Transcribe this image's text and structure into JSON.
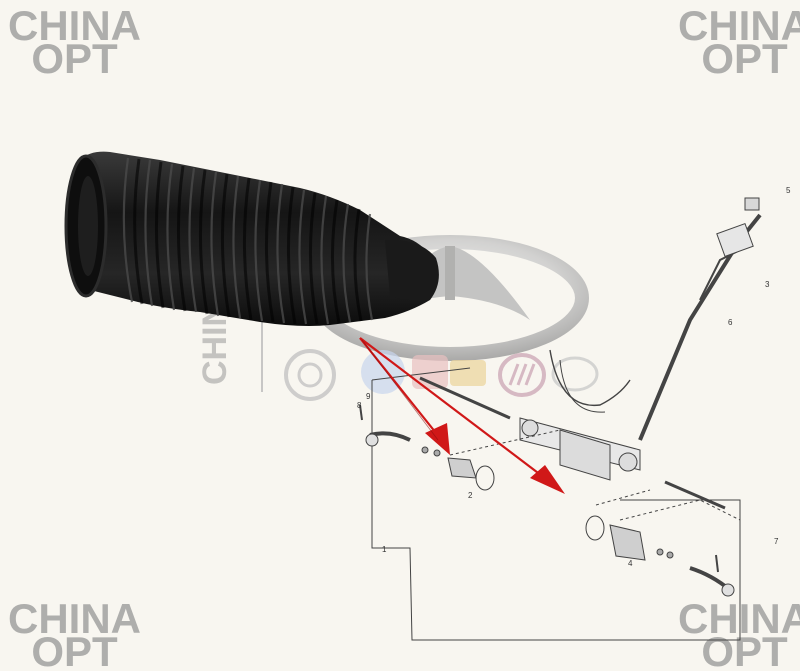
{
  "watermarks": {
    "line1": "CHINA",
    "line2": "OPT"
  },
  "logos": {
    "main_brand": "chery-logo",
    "row": [
      "great-wall-logo",
      "geely-logo",
      "byd-logo",
      "lifan-logo",
      "faw-logo"
    ]
  },
  "diagram_labels": [
    "1",
    "2",
    "3",
    "4",
    "5",
    "6",
    "7",
    "8",
    "9"
  ],
  "colors": {
    "arrow": "#d01818",
    "boot": "#1c1c1c",
    "diagram_line": "#444444"
  }
}
